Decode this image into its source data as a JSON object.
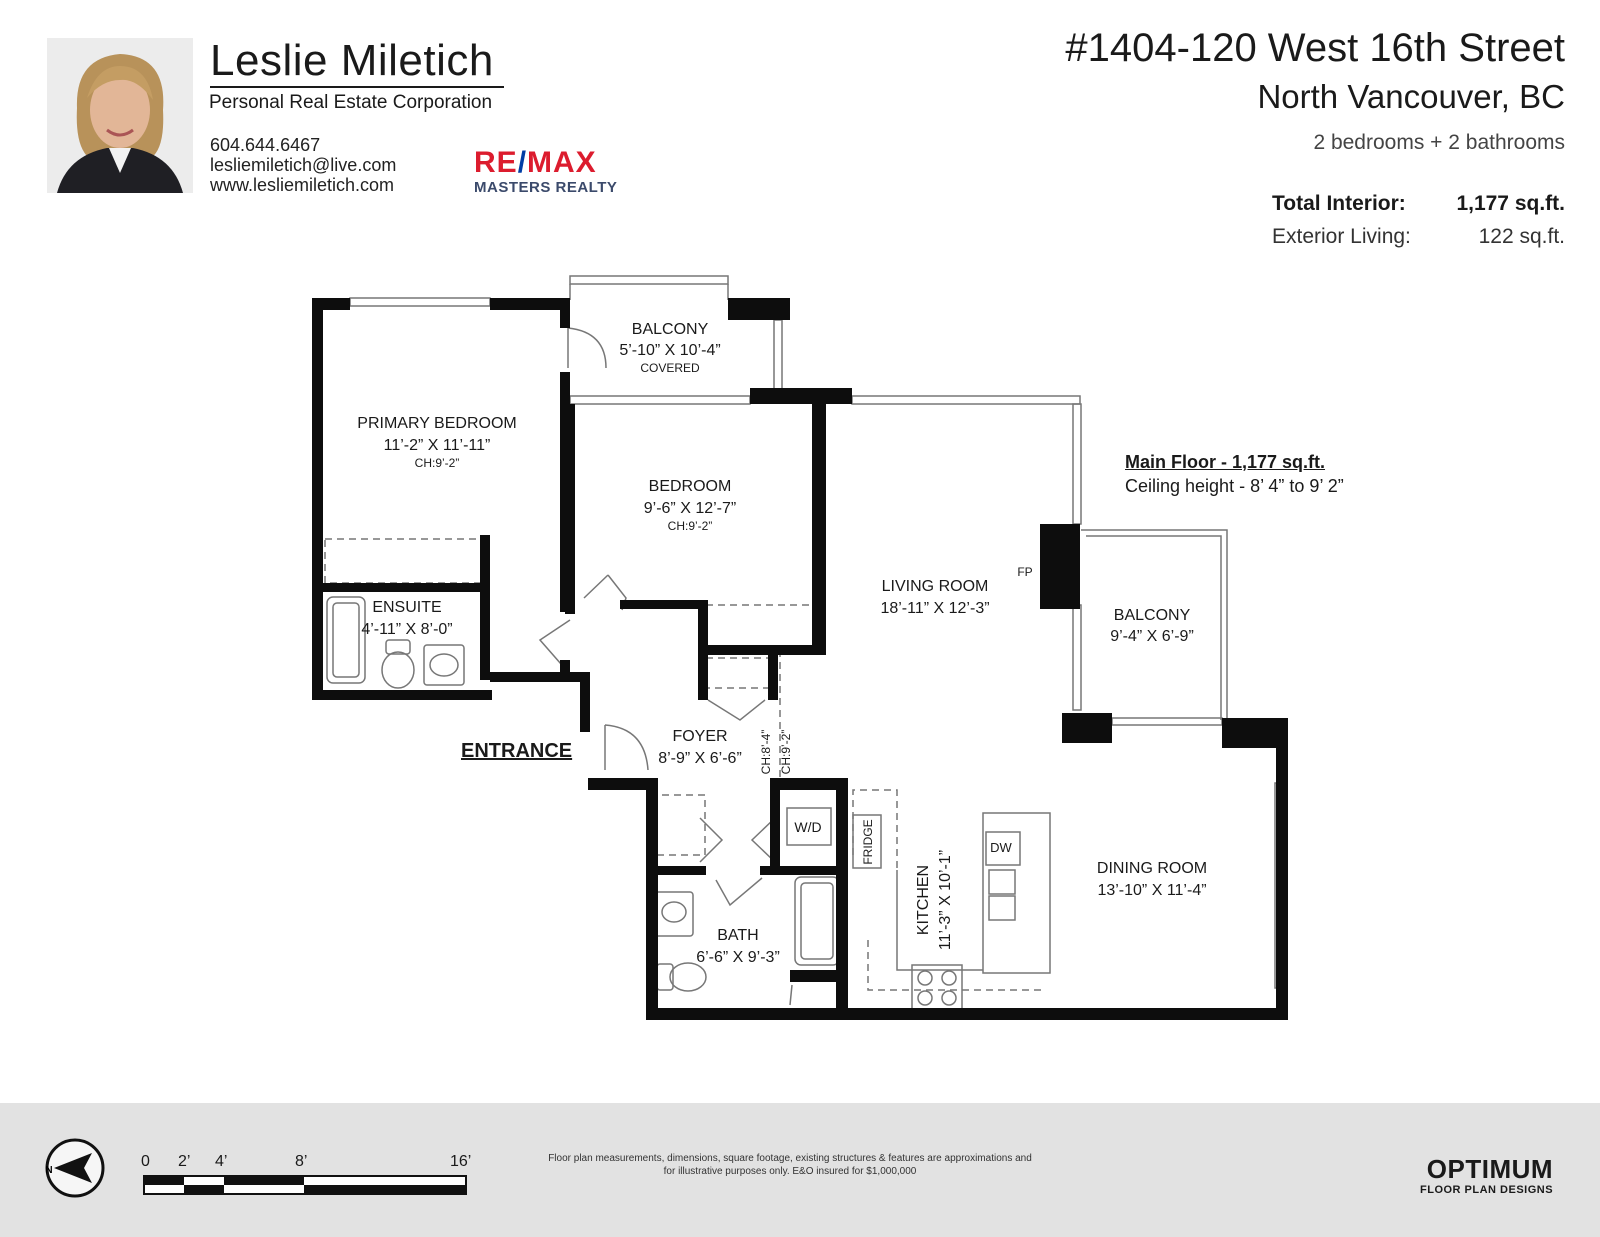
{
  "agent": {
    "name": "Leslie Miletich",
    "corporation": "Personal Real Estate Corporation",
    "phone": "604.644.6467",
    "email": "lesliemiletich@live.com",
    "website": "www.lesliemiletich.com"
  },
  "brokerage": {
    "logo_text": "RE/MAX",
    "name": "MASTERS REALTY",
    "colors": {
      "red": "#dc1c2e",
      "blue": "#003da5"
    }
  },
  "property": {
    "address": "#1404-120 West 16th Street",
    "city": "North Vancouver, BC",
    "beds_baths": "2 bedrooms + 2 bathrooms",
    "total_interior_label": "Total Interior:",
    "total_interior_value": "1,177 sq.ft.",
    "exterior_label": "Exterior Living:",
    "exterior_value": "122 sq.ft."
  },
  "floor": {
    "title": "Main Floor - 1,177 sq.ft.",
    "ceiling": "Ceiling height - 8’ 4” to 9’ 2”"
  },
  "rooms": {
    "balcony_top": {
      "name": "BALCONY",
      "dims": "5’-10” X 10’-4”",
      "note": "COVERED"
    },
    "primary": {
      "name": "PRIMARY BEDROOM",
      "dims": "11’-2” X 11’-11”",
      "ch": "CH:9’-2”"
    },
    "bedroom": {
      "name": "BEDROOM",
      "dims": "9’-6” X 12’-7”",
      "ch": "CH:9’-2”"
    },
    "ensuite": {
      "name": "ENSUITE",
      "dims": "4’-11” X 8’-0”"
    },
    "living": {
      "name": "LIVING ROOM",
      "dims": "18’-11” X 12’-3”"
    },
    "balcony_right": {
      "name": "BALCONY",
      "dims": "9’-4” X 6’-9”"
    },
    "foyer": {
      "name": "FOYER",
      "dims": "8’-9” X 6’-6”"
    },
    "foyer_ch1": "CH:8’-4”",
    "foyer_ch2": "CH:9’-2”",
    "bath": {
      "name": "BATH",
      "dims": "6’-6” X 9’-3”"
    },
    "kitchen": {
      "name": "KITCHEN",
      "dims": "11’-3” X 10’-1”"
    },
    "dining": {
      "name": "DINING ROOM",
      "dims": "13’-10” X 11’-4”"
    },
    "fp": "FP",
    "wd": "W/D",
    "fridge": "FRIDGE",
    "dw": "DW"
  },
  "entrance_label": "ENTRANCE",
  "compass_label": "N",
  "scale": {
    "labels": [
      "0",
      "2’",
      "4’",
      "8’",
      "16’"
    ]
  },
  "disclaimer": {
    "line1": "Floor plan measurements, dimensions, square footage, existing structures & features are approximations and",
    "line2": "for illustrative purposes only.  E&O insured for $1,000,000"
  },
  "designer": {
    "name": "OPTIMUM",
    "sub": "FLOOR PLAN DESIGNS"
  }
}
